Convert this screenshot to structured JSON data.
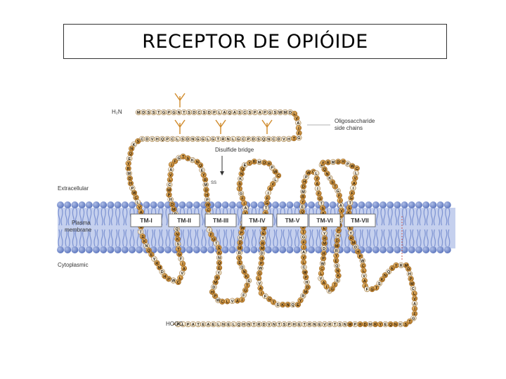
{
  "title": "RECEPTOR DE OPIÓIDE",
  "labels": {
    "n_terminus": "H₂N",
    "c_terminus": "HOOC",
    "extracellular": "Extracellular",
    "plasma_membrane_line1": "Plasma",
    "plasma_membrane_line2": "membrane",
    "cytoplasmic": "Cytoplasmic",
    "oligo_line1": "Oligosaccharide",
    "oligo_line2": "side chains",
    "disulfide_bridge": "Disulfide bridge",
    "ss": "SS"
  },
  "helices": [
    "TM-I",
    "TM-II",
    "TM-III",
    "TM-IV",
    "TM-V",
    "TM-VI",
    "TM-VII"
  ],
  "sequences": {
    "top_row": "MDSSTGPGNTSDCSDPLAQASCSPAPGSW",
    "second_row": "QPCLSDNGGLGTRNLGCPDSQNCDVH",
    "bottom_row": "PLPATEAELNELQHNTRDVNTSPHETRNEVRTSN"
  },
  "colors": {
    "residue": "#c98a2e",
    "residue_light": "#f1e6cf",
    "membrane": "#6b86cc",
    "membrane_band": "#b9c6ea",
    "tm_box": "#ffffff"
  }
}
